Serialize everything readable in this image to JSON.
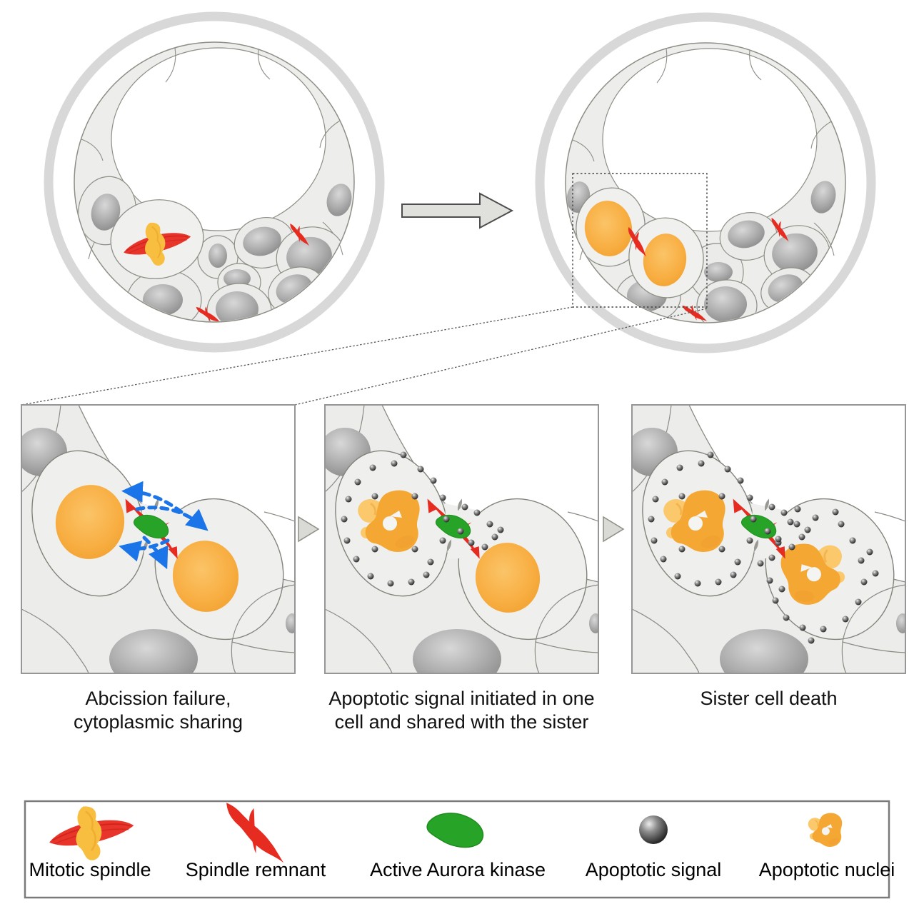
{
  "figure": {
    "type": "scientific-diagram",
    "subject": "abscission failure and shared apoptosis between sister cells in a blastocyst"
  },
  "panels": [
    {
      "id": "abscission-failure",
      "caption_lines": [
        "Abcission failure,",
        "cytoplasmic sharing"
      ]
    },
    {
      "id": "apoptotic-signal-shared",
      "caption_lines": [
        "Apoptotic signal initiated in one",
        "cell and shared with the sister"
      ]
    },
    {
      "id": "sister-cell-death",
      "caption_lines": [
        "Sister cell death"
      ]
    }
  ],
  "legend": {
    "items": [
      {
        "label": "Mitotic spindle",
        "icon": "mitotic-spindle-icon"
      },
      {
        "label": "Spindle remnant",
        "icon": "spindle-remnant-icon"
      },
      {
        "label": "Active Aurora kinase",
        "icon": "aurora-kinase-icon"
      },
      {
        "label": "Apoptotic signal",
        "icon": "apoptotic-signal-icon"
      },
      {
        "label": "Apoptotic nuclei",
        "icon": "apoptotic-nuclei-icon"
      }
    ]
  },
  "apoptotic_dots": {
    "panel2": [
      [
        97,
        82
      ],
      [
        134,
        90
      ],
      [
        67,
        88
      ],
      [
        46,
        108
      ],
      [
        152,
        106
      ],
      [
        33,
        132
      ],
      [
        165,
        130
      ],
      [
        27,
        160
      ],
      [
        170,
        160
      ],
      [
        31,
        190
      ],
      [
        165,
        190
      ],
      [
        44,
        216
      ],
      [
        148,
        220
      ],
      [
        64,
        240
      ],
      [
        92,
        250
      ],
      [
        121,
        248
      ],
      [
        110,
        70
      ],
      [
        142,
        238
      ],
      [
        70,
        128
      ],
      [
        126,
        128
      ],
      [
        70,
        202
      ],
      [
        126,
        202
      ],
      [
        196,
        143
      ],
      [
        213,
        151
      ],
      [
        231,
        167
      ],
      [
        238,
        185
      ],
      [
        205,
        193
      ],
      [
        190,
        177
      ],
      [
        224,
        199
      ],
      [
        246,
        175
      ]
    ],
    "panel3": [
      [
        97,
        82
      ],
      [
        134,
        90
      ],
      [
        67,
        88
      ],
      [
        46,
        108
      ],
      [
        152,
        106
      ],
      [
        33,
        132
      ],
      [
        165,
        130
      ],
      [
        27,
        160
      ],
      [
        170,
        160
      ],
      [
        31,
        190
      ],
      [
        165,
        190
      ],
      [
        44,
        216
      ],
      [
        148,
        220
      ],
      [
        64,
        240
      ],
      [
        92,
        250
      ],
      [
        121,
        248
      ],
      [
        110,
        70
      ],
      [
        142,
        238
      ],
      [
        70,
        128
      ],
      [
        126,
        128
      ],
      [
        70,
        202
      ],
      [
        126,
        202
      ],
      [
        196,
        143
      ],
      [
        213,
        151
      ],
      [
        231,
        167
      ],
      [
        238,
        185
      ],
      [
        205,
        193
      ],
      [
        190,
        177
      ],
      [
        224,
        199
      ],
      [
        246,
        175
      ],
      [
        257,
        158
      ],
      [
        293,
        167
      ],
      [
        222,
        164
      ],
      [
        205,
        188
      ],
      [
        309,
        190
      ],
      [
        196,
        214
      ],
      [
        321,
        218
      ],
      [
        193,
        246
      ],
      [
        325,
        248
      ],
      [
        201,
        274
      ],
      [
        317,
        276
      ],
      [
        216,
        298
      ],
      [
        299,
        300
      ],
      [
        239,
        312
      ],
      [
        268,
        314
      ],
      [
        285,
        150
      ],
      [
        232,
        146
      ],
      [
        251,
        330
      ],
      [
        180,
        222
      ],
      [
        341,
        236
      ],
      [
        333,
        206
      ],
      [
        210,
        258
      ]
    ]
  },
  "colors": {
    "spindle_red": "#E62B21",
    "chromosome_orange": "#F7BE3F",
    "nucleus_orange": "#F5A733",
    "aurora_green": "#27A327",
    "signal_black": "#1A1A1A",
    "arrow_blue": "#1B75E8",
    "cytoplasm_gray": "#ECECEA",
    "nucleus_gray": "#9A9A9A",
    "zona_ring_gray": "#D8D8D8"
  }
}
